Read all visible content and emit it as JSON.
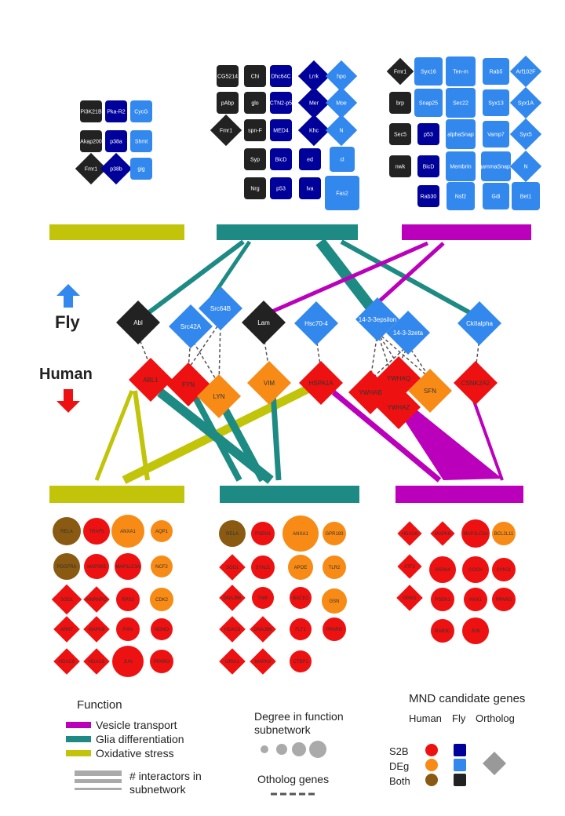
{
  "colors": {
    "human_s2b": "#ee1111",
    "human_deg": "#f78b16",
    "human_both": "#8a5a12",
    "fly_s2b": "#00009a",
    "fly_deg": "#3388ee",
    "fly_both": "#222222",
    "ortholog": "#999999",
    "vesicle": "#bb00bb",
    "glia": "#1e8a84",
    "oxidative": "#c2c40a",
    "interactors": "#aaaaaa",
    "ortholog_line": "#555555"
  },
  "species": {
    "fly": "Fly",
    "human": "Human"
  },
  "legend": {
    "function_title": "Function",
    "functions": [
      "Vesicle transport",
      "Glia differentiation",
      "Oxidative stress"
    ],
    "interactors": "# interactors in subnetwork",
    "degree": "Degree in function subnetwork",
    "ortholog_genes": "Otholog genes",
    "mnd_title": "MND candidate genes",
    "col_human": "Human",
    "col_fly": "Fly",
    "col_ortholog": "Ortholog",
    "row_s2b": "S2B",
    "row_deg": "DEg",
    "row_both": "Both"
  },
  "fly_top": {
    "oxidative": [
      {
        "t": "Pi3K21B",
        "c": "both"
      },
      {
        "t": "Pka-R2",
        "c": "s2b"
      },
      {
        "t": "CycG",
        "c": "deg"
      },
      {
        "t": "Akap200",
        "c": "both"
      },
      {
        "t": "p38a",
        "c": "s2b"
      },
      {
        "t": "Shmt",
        "c": "deg"
      },
      {
        "t": "Fmr1",
        "c": "both",
        "o": 1
      },
      {
        "t": "p38b",
        "c": "s2b",
        "o": 1
      },
      {
        "t": "gig",
        "c": "deg"
      }
    ],
    "glia": [
      {
        "t": "CG5214",
        "c": "both"
      },
      {
        "t": "Chi",
        "c": "both"
      },
      {
        "t": "Dhc64C",
        "c": "s2b"
      },
      {
        "t": "Lrrk",
        "c": "s2b",
        "o": 1
      },
      {
        "t": "hpo",
        "c": "deg",
        "o": 1
      },
      {
        "t": "pAbp",
        "c": "both"
      },
      {
        "t": "glo",
        "c": "both"
      },
      {
        "t": "CTN2-p5",
        "c": "s2b"
      },
      {
        "t": "Mer",
        "c": "s2b",
        "o": 1
      },
      {
        "t": "Moe",
        "c": "deg",
        "o": 1
      },
      {
        "t": "Fmr1",
        "c": "both",
        "o": 1
      },
      {
        "t": "spn-F",
        "c": "both"
      },
      {
        "t": "MED4",
        "c": "s2b"
      },
      {
        "t": "Khc",
        "c": "s2b",
        "o": 1
      },
      {
        "t": "N",
        "c": "deg",
        "o": 1
      },
      {
        "t": "Syp",
        "c": "both"
      },
      {
        "t": "BicD",
        "c": "s2b"
      },
      {
        "t": "ed",
        "c": "s2b"
      },
      {
        "t": "cl",
        "c": "deg"
      },
      {
        "t": "Nrg",
        "c": "both"
      },
      {
        "t": "p53",
        "c": "s2b"
      },
      {
        "t": "lva",
        "c": "s2b"
      },
      {
        "t": "Fas2",
        "c": "deg"
      }
    ],
    "vesicle": [
      {
        "t": "Fmr1",
        "c": "both",
        "o": 1
      },
      {
        "t": "Syx16",
        "c": "deg"
      },
      {
        "t": "Ten-m",
        "c": "deg"
      },
      {
        "t": "Rab5",
        "c": "deg"
      },
      {
        "t": "Arf102F",
        "c": "deg",
        "o": 1
      },
      {
        "t": "brp",
        "c": "both"
      },
      {
        "t": "Snap25",
        "c": "deg"
      },
      {
        "t": "Sec22",
        "c": "deg"
      },
      {
        "t": "Syx13",
        "c": "deg"
      },
      {
        "t": "Syx1A",
        "c": "deg",
        "o": 1
      },
      {
        "t": "Sec5",
        "c": "both"
      },
      {
        "t": "p53",
        "c": "s2b"
      },
      {
        "t": "alphaSnap",
        "c": "deg"
      },
      {
        "t": "Vamp7",
        "c": "deg"
      },
      {
        "t": "Syx5",
        "c": "deg",
        "o": 1
      },
      {
        "t": "nwk",
        "c": "both"
      },
      {
        "t": "BicD",
        "c": "s2b"
      },
      {
        "t": "Membrin",
        "c": "deg"
      },
      {
        "t": "gammaSnap2",
        "c": "deg"
      },
      {
        "t": "N",
        "c": "deg",
        "o": 1
      },
      {
        "t": "Rab30",
        "c": "s2b"
      },
      {
        "t": "Nsf2",
        "c": "deg"
      },
      {
        "t": "Gdi",
        "c": "deg"
      },
      {
        "t": "Bet1",
        "c": "deg"
      }
    ]
  },
  "fly_mid": [
    {
      "t": "Abl",
      "c": "both"
    },
    {
      "t": "Src42A",
      "c": "deg"
    },
    {
      "t": "Src64B",
      "c": "deg"
    },
    {
      "t": "Lam",
      "c": "both"
    },
    {
      "t": "Hsc70-4",
      "c": "deg"
    },
    {
      "t": "14-3-3epsilon",
      "c": "deg"
    },
    {
      "t": "14-3-3zeta",
      "c": "deg"
    },
    {
      "t": "CkIIalpha",
      "c": "deg"
    }
  ],
  "human_mid": [
    {
      "t": "ABL1",
      "c": "s2b"
    },
    {
      "t": "FYN",
      "c": "s2b"
    },
    {
      "t": "LYN",
      "c": "deg"
    },
    {
      "t": "VIM",
      "c": "deg"
    },
    {
      "t": "HSPA1A",
      "c": "s2b"
    },
    {
      "t": "YWHAB",
      "c": "s2b"
    },
    {
      "t": "YWHAQ",
      "c": "s2b"
    },
    {
      "t": "YWHAZ",
      "c": "s2b"
    },
    {
      "t": "SFN",
      "c": "deg"
    },
    {
      "t": "CSNK2A2",
      "c": "s2b"
    }
  ],
  "human_bottom": {
    "oxidative": [
      {
        "t": "RELA",
        "c": "both"
      },
      {
        "t": "TRAF5",
        "c": "s2b"
      },
      {
        "t": "ANXA1",
        "c": "deg"
      },
      {
        "t": "AQP1",
        "c": "deg"
      },
      {
        "t": "PDGFRA",
        "c": "both"
      },
      {
        "t": "MAP3K5",
        "c": "s2b"
      },
      {
        "t": "MAP1LC3A",
        "c": "s2b"
      },
      {
        "t": "NCF2",
        "c": "deg"
      },
      {
        "t": "SOD1",
        "c": "s2b",
        "o": 1
      },
      {
        "t": "HNRNPD",
        "c": "s2b",
        "o": 1
      },
      {
        "t": "RPS3",
        "c": "s2b"
      },
      {
        "t": "CDK2",
        "c": "deg"
      },
      {
        "t": "ARNT",
        "c": "s2b",
        "o": 1
      },
      {
        "t": "MAPK8",
        "c": "s2b",
        "o": 1
      },
      {
        "t": "PXN",
        "c": "s2b"
      },
      {
        "t": "NONO",
        "c": "s2b"
      },
      {
        "t": "HDAC6",
        "c": "s2b",
        "o": 1
      },
      {
        "t": "HDAC6",
        "c": "s2b",
        "o": 1
      },
      {
        "t": "JUN",
        "c": "s2b"
      },
      {
        "t": "PPARG",
        "c": "s2b"
      }
    ],
    "glia": [
      {
        "t": "RELA",
        "c": "both"
      },
      {
        "t": "PSEN1",
        "c": "s2b"
      },
      {
        "t": "ANXA1",
        "c": "deg"
      },
      {
        "t": "GPR183",
        "c": "deg"
      },
      {
        "t": "SOD1",
        "c": "s2b",
        "o": 1
      },
      {
        "t": "SYNJ1",
        "c": "s2b"
      },
      {
        "t": "APOE",
        "c": "deg"
      },
      {
        "t": "TLR2",
        "c": "deg"
      },
      {
        "t": "DNAJB6",
        "c": "s2b",
        "o": 1
      },
      {
        "t": "TNIK",
        "c": "s2b"
      },
      {
        "t": "BACE2",
        "c": "s2b"
      },
      {
        "t": "GSN",
        "c": "deg"
      },
      {
        "t": "HDAC6",
        "c": "s2b",
        "o": 1
      },
      {
        "t": "DNAJB6",
        "c": "s2b",
        "o": 1
      },
      {
        "t": "FLT1",
        "c": "s2b"
      },
      {
        "t": "PPARG",
        "c": "s2b"
      },
      {
        "t": "GRIA1",
        "c": "s2b",
        "o": 1
      },
      {
        "t": "MAPK8",
        "c": "s2b",
        "o": 1
      },
      {
        "t": "CTBP1",
        "c": "s2b"
      }
    ],
    "vesicle": [
      {
        "t": "HDAC6",
        "c": "s2b",
        "o": 1
      },
      {
        "t": "MAPK8",
        "c": "s2b",
        "o": 1
      },
      {
        "t": "MAP1LC3A",
        "c": "s2b"
      },
      {
        "t": "BCL2L11",
        "c": "deg"
      },
      {
        "t": "ATF2",
        "c": "s2b",
        "o": 1
      },
      {
        "t": "HSPA4",
        "c": "s2b"
      },
      {
        "t": "COCH",
        "c": "s2b"
      },
      {
        "t": "SYNJ1",
        "c": "s2b"
      },
      {
        "t": "GRM1",
        "c": "s2b",
        "o": 1
      },
      {
        "t": "PSEN1",
        "c": "s2b"
      },
      {
        "t": "HAX1",
        "c": "s2b"
      },
      {
        "t": "PPARG",
        "c": "s2b"
      },
      {
        "t": "RAB3C",
        "c": "s2b"
      },
      {
        "t": "JUN",
        "c": "s2b"
      }
    ]
  }
}
